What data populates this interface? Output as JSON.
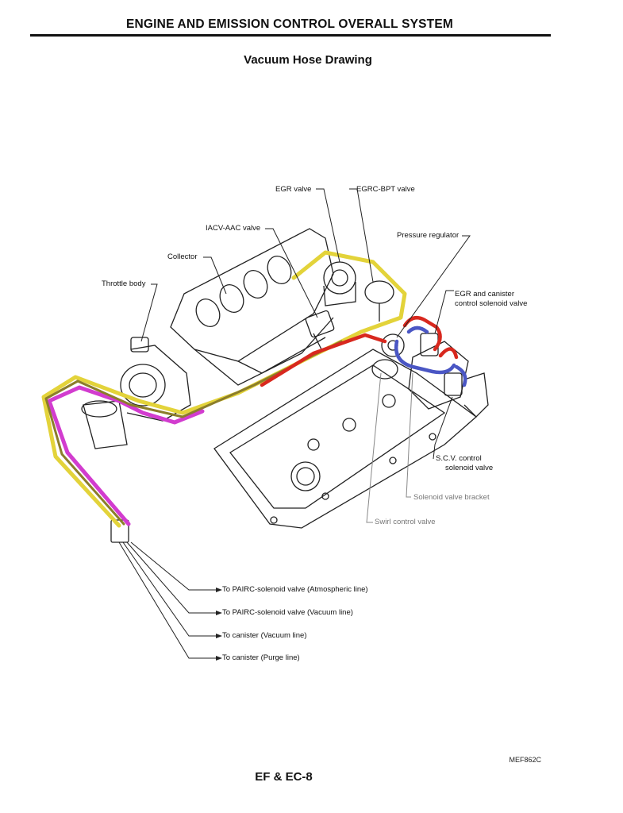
{
  "header": {
    "title": "ENGINE AND EMISSION CONTROL OVERALL SYSTEM"
  },
  "subtitle": "Vacuum Hose Drawing",
  "components": {
    "egr_valve": "EGR valve",
    "egrc_bpt_valve": "EGRC-BPT valve",
    "iacv_aac_valve": "IACV-AAC valve",
    "pressure_regulator": "Pressure regulator",
    "collector": "Collector",
    "throttle_body": "Throttle body",
    "egr_canister_solenoid_line1": "EGR and canister",
    "egr_canister_solenoid_line2": "control solenoid valve",
    "scv_solenoid_line1": "S.C.V. control",
    "scv_solenoid_line2": "solenoid valve",
    "solenoid_valve_bracket": "Solenoid valve bracket",
    "swirl_control_valve": "Swirl control valve"
  },
  "hose_destinations": [
    "To PAIRC-solenoid valve (Atmospheric line)",
    "To PAIRC-solenoid valve (Vacuum line)",
    "To canister (Vacuum line)",
    "To canister (Purge line)"
  ],
  "hose_colors": {
    "yellow": "#e3d33a",
    "magenta": "#d23ccf",
    "red": "#d8281e",
    "blue": "#4a56c4",
    "line": "#222222"
  },
  "figure_code": "MEF862C",
  "page_number": "EF & EC-8"
}
